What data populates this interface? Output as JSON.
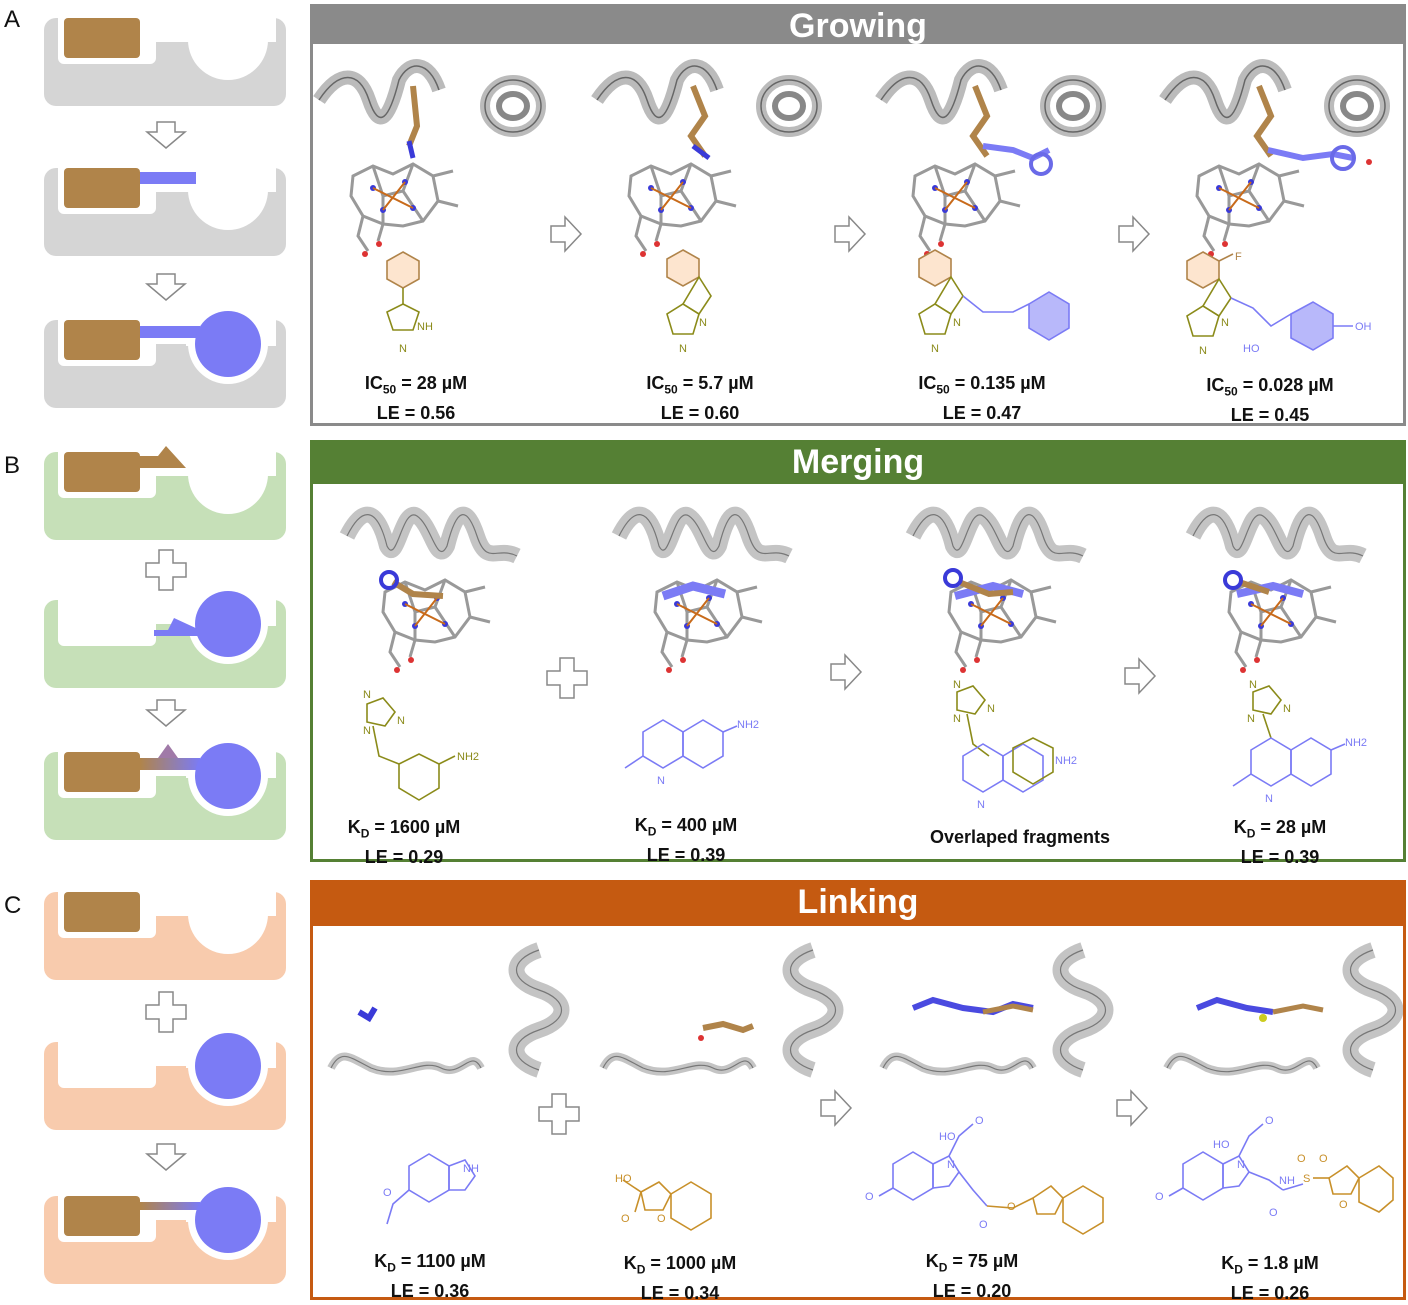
{
  "panels": [
    {
      "letter": "A",
      "title": "Growing",
      "color": "#8a8a8a",
      "scheme_bg": "#d5d5d5",
      "captions": [
        {
          "main": "IC",
          "sub": "50",
          "value": " = 28 µM",
          "le": "LE = 0.56"
        },
        {
          "main": "IC",
          "sub": "50",
          "value": " = 5.7 µM",
          "le": "LE = 0.60"
        },
        {
          "main": "IC",
          "sub": "50",
          "value": " = 0.135 µM",
          "le": "LE = 0.47"
        },
        {
          "main": "IC",
          "sub": "50",
          "value": " = 0.028 µM",
          "le": "LE = 0.45"
        }
      ],
      "atom_labels": [
        "NH",
        "N",
        "N",
        "N",
        "N",
        "N",
        "F",
        "N",
        "N",
        "HO",
        "OH"
      ]
    },
    {
      "letter": "B",
      "title": "Merging",
      "color": "#558034",
      "scheme_bg": "#c6e0b8",
      "captions": [
        {
          "main": "K",
          "sub": "D",
          "value": " = 1600 µM",
          "le": "LE =  0.29"
        },
        {
          "main": "K",
          "sub": "D",
          "value": " = 400 µM",
          "le": "LE = 0.39"
        },
        {
          "main": "",
          "sub": "",
          "value": "Overlaped fragments",
          "le": ""
        },
        {
          "main": "K",
          "sub": "D",
          "value": " = 28 µM",
          "le": "LE = 0.39"
        }
      ],
      "atom_labels": [
        "N",
        "N",
        "N",
        "NH2",
        "N",
        "NH2",
        "N",
        "N",
        "N",
        "N",
        "NH2",
        "N",
        "N",
        "N",
        "N",
        "NH2"
      ]
    },
    {
      "letter": "C",
      "title": "Linking",
      "color": "#c55a11",
      "scheme_bg": "#f8cbad",
      "captions": [
        {
          "main": "K",
          "sub": "D",
          "value": " = 1100 µM",
          "le": "LE =  0.36"
        },
        {
          "main": "K",
          "sub": "D",
          "value": " = 1000 µM",
          "le": "LE =  0.34"
        },
        {
          "main": "K",
          "sub": "D",
          "value": " = 75 µM",
          "le": "LE =  0.20"
        },
        {
          "main": "K",
          "sub": "D",
          "value": " = 1.8 µM",
          "le": "LE =  0.26"
        }
      ],
      "atom_labels": [
        "NH",
        "O",
        "HO",
        "O",
        "O",
        "HO",
        "O",
        "N",
        "O",
        "O",
        "O",
        "HO",
        "O",
        "N",
        "O",
        "NH",
        "S",
        "O",
        "O",
        "O",
        "O"
      ]
    }
  ],
  "colors": {
    "fragment_brown": "#b0844a",
    "fragment_blue": "#7b7bf5",
    "scaffold_olive": "#8b8b1a",
    "linker_blue": "#7b7bf5",
    "link_orange": "#c8902a",
    "arrow_outline": "#888888"
  },
  "icons": {
    "step_arrow": "down-arrow-icon",
    "right_arrow": "right-arrow-icon",
    "plus": "plus-icon",
    "helix": "protein-helix-icon",
    "heme": "heme-ligand-icon"
  }
}
